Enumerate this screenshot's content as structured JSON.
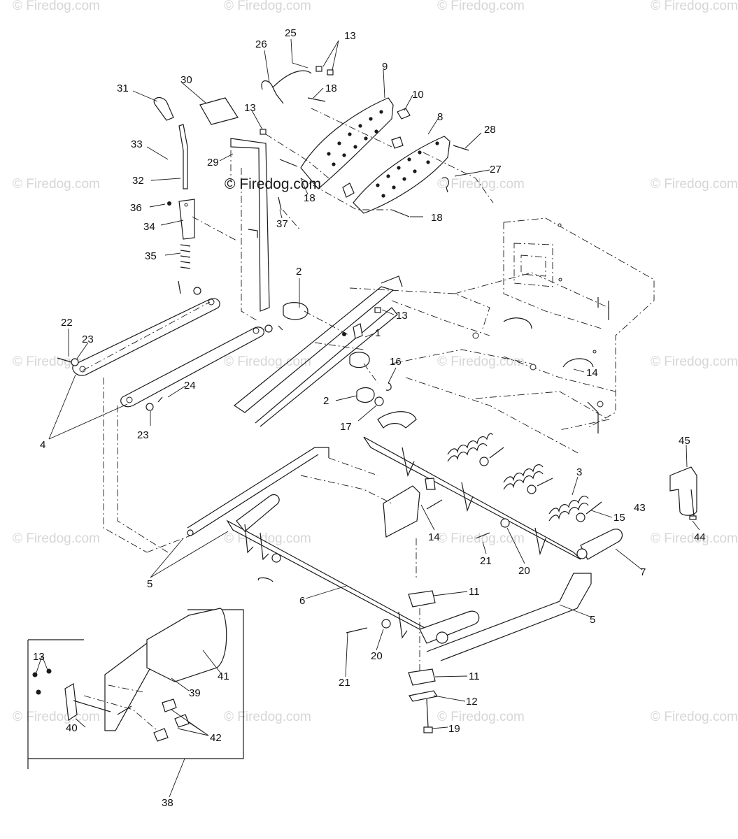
{
  "watermark": {
    "text": "© Firedog.com",
    "main_text": "© Firedog.com"
  },
  "callouts": {
    "c25": "25",
    "c13a": "13",
    "c26": "26",
    "c9": "9",
    "c30": "30",
    "c31": "31",
    "c18a": "18",
    "c10": "10",
    "c13b": "13",
    "c8": "8",
    "c28": "28",
    "c33": "33",
    "c29": "29",
    "c27": "27",
    "c32": "32",
    "c18b": "18",
    "c36": "36",
    "c18c": "18",
    "c34": "34",
    "c37": "37",
    "c35": "35",
    "c2a": "2",
    "c13c": "13",
    "c22": "22",
    "c23a": "23",
    "c1": "1",
    "c16": "16",
    "c14a": "14",
    "c24": "24",
    "c2b": "2",
    "c17": "17",
    "c23b": "23",
    "c4": "4",
    "c45": "45",
    "c3": "3",
    "c43": "43",
    "c15": "15",
    "c44": "44",
    "c14b": "14",
    "c21a": "21",
    "c20a": "20",
    "c7": "7",
    "c5a": "5",
    "c11a": "11",
    "c6": "6",
    "c5b": "5",
    "c13d": "13",
    "c41": "41",
    "c20b": "20",
    "c39": "39",
    "c11b": "11",
    "c21b": "21",
    "c12": "12",
    "c40": "40",
    "c42": "42",
    "c19": "19",
    "c38": "38"
  },
  "colors": {
    "ink": "#1a1a1a",
    "watermark": "#d6d6d6",
    "background": "#ffffff"
  }
}
